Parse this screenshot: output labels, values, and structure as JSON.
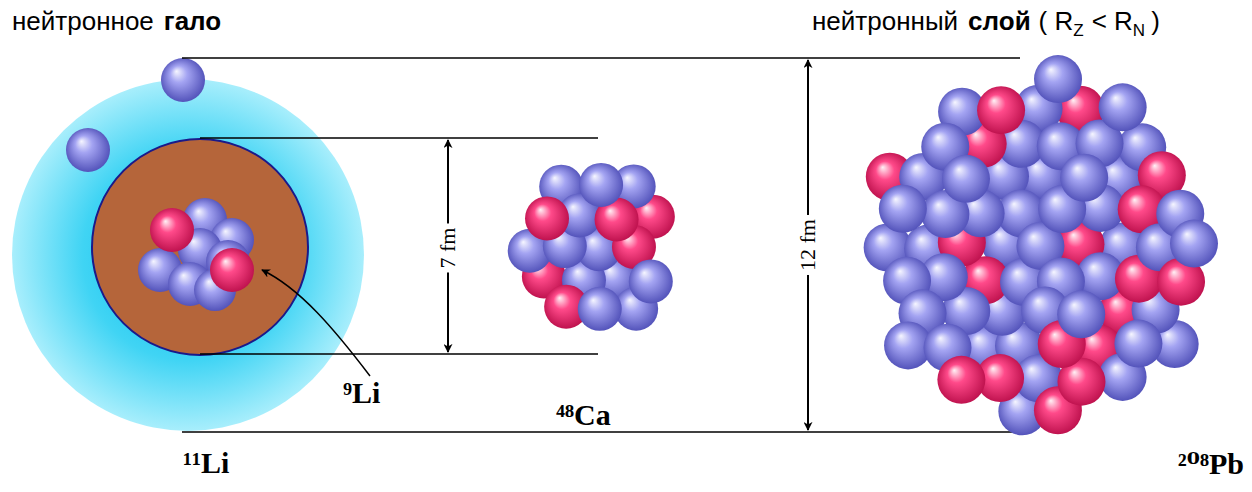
{
  "diagram": {
    "labels": [
      "нейтронное",
      "гало",
      "нейтронный",
      "слой",
      "( R",
      "Z",
      "< R",
      "N",
      ")",
      "7 fm",
      "12 fm",
      "⁹Li",
      "⁴⁸Ca",
      "¹¹Li",
      "²⁰⁸Pb"
    ]
  }
}
